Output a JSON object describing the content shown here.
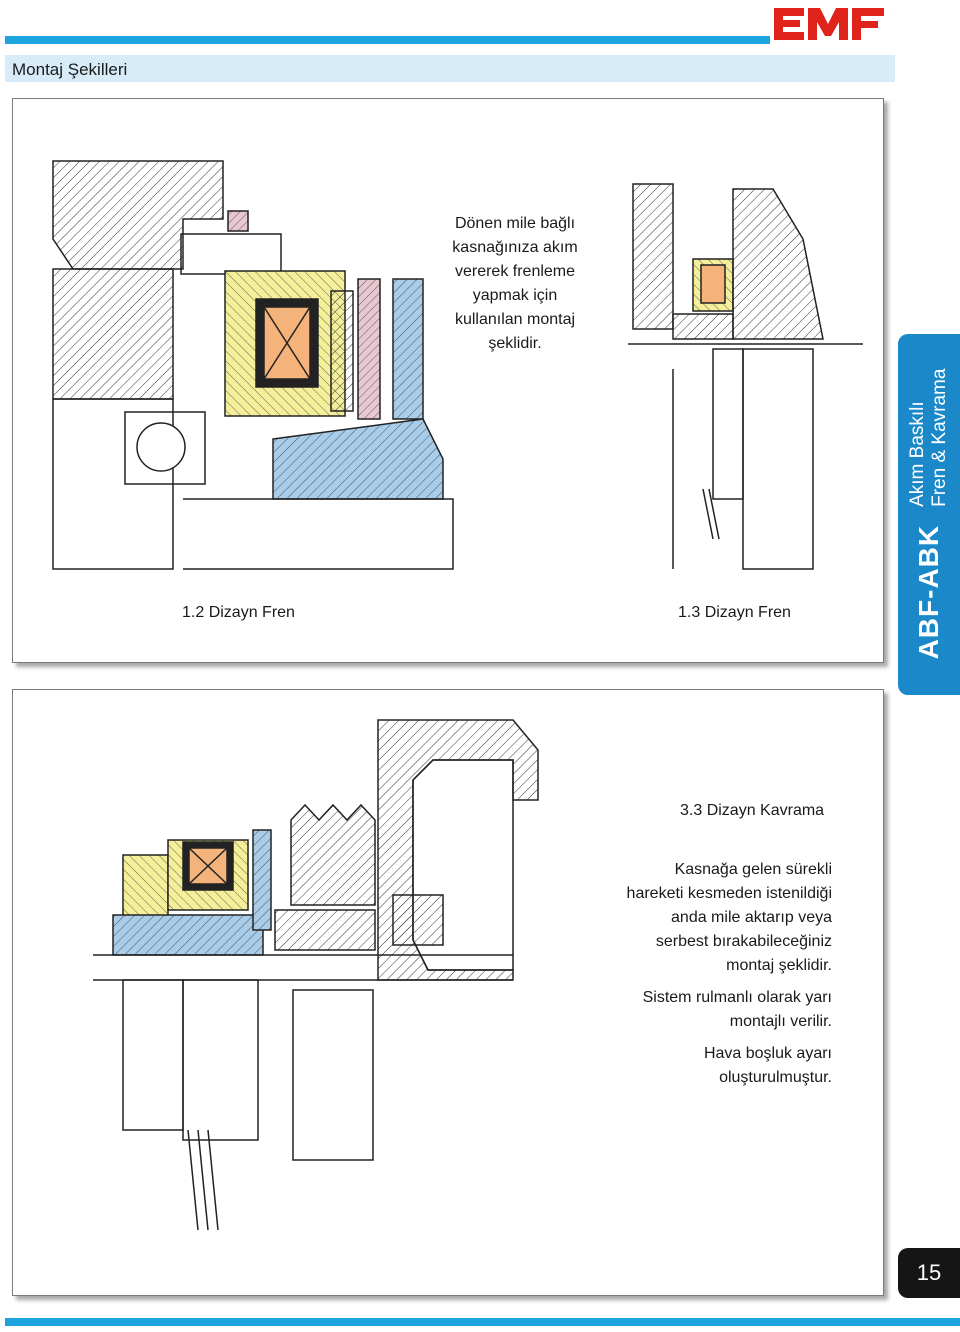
{
  "header": {
    "brand": "EMF",
    "section_title": "Montaj Şekilleri"
  },
  "figure1": {
    "description_lines": [
      "Dönen mile bağlı",
      "kasnağınıza akım",
      "vererek frenleme",
      "yapmak için",
      "kullanılan montaj",
      "şeklidir."
    ],
    "caption_12": "1.2 Dizayn Fren",
    "caption_13": "1.3 Dizayn Fren"
  },
  "figure2": {
    "caption_33": "3.3 Dizayn Kavrama",
    "description_lines": [
      "Kasnağa gelen sürekli",
      "hareketi kesmeden istenildiği",
      "anda mile aktarıp veya",
      "serbest bırakabileceğiniz",
      "montaj şeklidir."
    ],
    "note_lines": [
      "Sistem rulmanlı olarak yarı",
      "montajlı verilir."
    ],
    "note2_lines": [
      "Hava boşluk ayarı",
      "oluşturulmuştur."
    ]
  },
  "side_tab": {
    "model": "ABF-ABK",
    "subtitle_line1": "Akım Baskılı",
    "subtitle_line2": "Fren & Kavrama"
  },
  "footer": {
    "page_number": "15"
  },
  "colors": {
    "accent_blue": "#1aa3dd",
    "tab_blue": "#1a88c9",
    "brand_red": "#e0231b",
    "coil_orange": "#f3b37a",
    "yellow_part": "#f5ef9a",
    "blue_part": "#a9cde8",
    "pink_part": "#e7c8d0"
  }
}
